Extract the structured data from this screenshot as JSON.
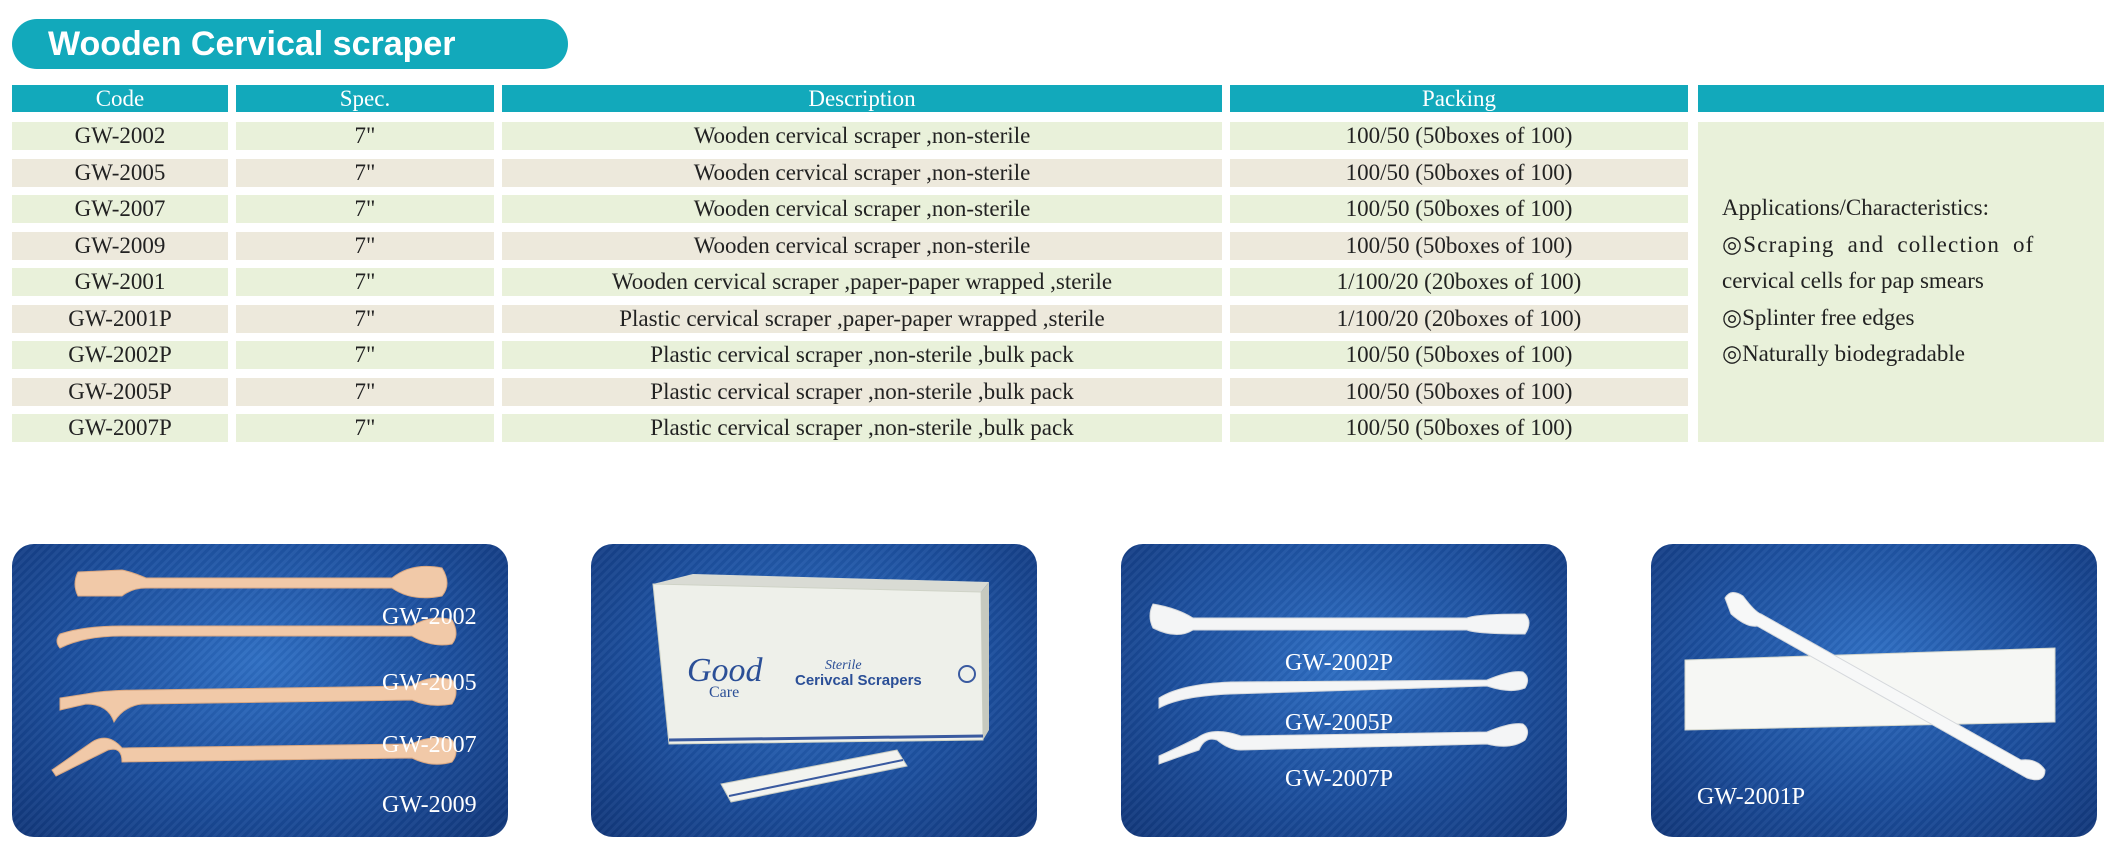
{
  "title": "Wooden Cervical scraper",
  "table": {
    "headers": [
      "Code",
      "Spec.",
      "Description",
      "Packing",
      ""
    ],
    "rows": [
      {
        "code": "GW-2002",
        "spec": "7\"",
        "description": "Wooden cervical scraper ,non-sterile",
        "packing": "100/50 (50boxes of 100)"
      },
      {
        "code": "GW-2005",
        "spec": "7\"",
        "description": "Wooden cervical scraper ,non-sterile",
        "packing": "100/50 (50boxes of 100)"
      },
      {
        "code": "GW-2007",
        "spec": "7\"",
        "description": "Wooden cervical scraper ,non-sterile",
        "packing": "100/50 (50boxes of 100)"
      },
      {
        "code": "GW-2009",
        "spec": "7\"",
        "description": "Wooden cervical scraper ,non-sterile",
        "packing": "100/50 (50boxes of 100)"
      },
      {
        "code": "GW-2001",
        "spec": "7\"",
        "description": "Wooden cervical scraper ,paper-paper wrapped  ,sterile",
        "packing": "1/100/20 (20boxes of 100)"
      },
      {
        "code": "GW-2001P",
        "spec": "7\"",
        "description": "Plastic cervical scraper ,paper-paper wrapped  ,sterile",
        "packing": "1/100/20 (20boxes of 100)"
      },
      {
        "code": "GW-2002P",
        "spec": "7\"",
        "description": "Plastic cervical scraper ,non-sterile ,bulk pack",
        "packing": "100/50 (50boxes of 100)"
      },
      {
        "code": "GW-2005P",
        "spec": "7\"",
        "description": "Plastic cervical scraper ,non-sterile ,bulk pack",
        "packing": "100/50 (50boxes of 100)"
      },
      {
        "code": "GW-2007P",
        "spec": "7\"",
        "description": "Plastic cervical scraper ,non-sterile ,bulk pack",
        "packing": "100/50 (50boxes of 100)"
      }
    ]
  },
  "characteristics": {
    "heading": "Applications/Characteristics:",
    "lines": [
      "◎Scraping and collection of",
      "cervical cells for pap smears",
      "◎Splinter free edges",
      "◎Naturally biodegradable"
    ]
  },
  "photos": {
    "wooden_labels": [
      "GW-2002",
      "GW-2005",
      "GW-2007",
      "GW-2009"
    ],
    "box": {
      "brand_line1": "Good",
      "brand_line2": "Care",
      "product_name": "Cerivcal Scrapers",
      "sterile": "Sterile"
    },
    "plastic_labels": [
      "GW-2002P",
      "GW-2005P",
      "GW-2007P"
    ],
    "wrapped_label": "GW-2001P"
  },
  "colors": {
    "accent": "#12a9bb",
    "row_green": "#e9f1da",
    "row_beige": "#ede9dc",
    "photo_blue": "#1c4f9e"
  }
}
